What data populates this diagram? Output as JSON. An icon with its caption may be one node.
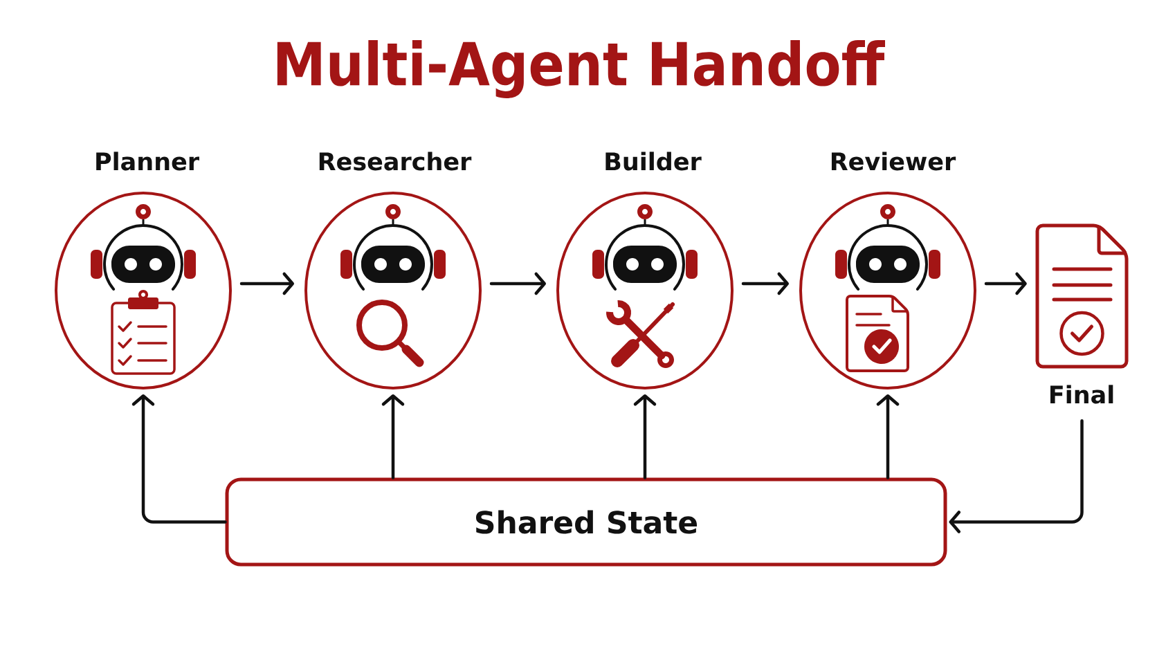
{
  "diagram": {
    "title": "Multi-Agent Handoff",
    "nodes": [
      {
        "text": [
          "Planner"
        ]
      },
      {
        "text": [
          "Researcher"
        ]
      },
      {
        "text": [
          "Builder"
        ]
      },
      {
        "text": [
          "Reviewer"
        ]
      },
      {
        "text": [
          "Final"
        ]
      },
      {
        "text": [
          "Shared State"
        ]
      }
    ],
    "edges": [
      {
        "from": 0,
        "to": 1,
        "arrow": "to"
      },
      {
        "from": 1,
        "to": 2,
        "arrow": "to"
      },
      {
        "from": 2,
        "to": 3,
        "arrow": "to"
      },
      {
        "from": 3,
        "to": 4,
        "arrow": "to"
      },
      {
        "from": 5,
        "to": 0,
        "arrow": "to"
      },
      {
        "from": 5,
        "to": 1,
        "arrow": "to"
      },
      {
        "from": 5,
        "to": 2,
        "arrow": "to"
      },
      {
        "from": 5,
        "to": 3,
        "arrow": "to"
      },
      {
        "from": 4,
        "to": 5,
        "arrow": "to"
      }
    ]
  }
}
